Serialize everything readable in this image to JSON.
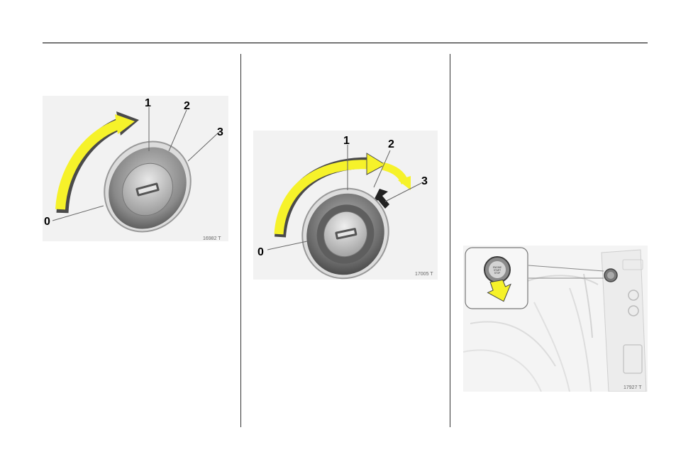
{
  "figures": [
    {
      "code": "16982 T",
      "positions": [
        "0",
        "1",
        "2",
        "3"
      ]
    },
    {
      "code": "17005 T",
      "positions": [
        "0",
        "1",
        "2",
        "3"
      ]
    },
    {
      "code": "17927 T",
      "button_text": [
        "ENGINE",
        "START",
        "STOP"
      ]
    }
  ],
  "colors": {
    "arrow_yellow": "#f6f22a",
    "photo_bg": "#f3f3f3",
    "cylinder_grey": "#8a8a8a"
  }
}
